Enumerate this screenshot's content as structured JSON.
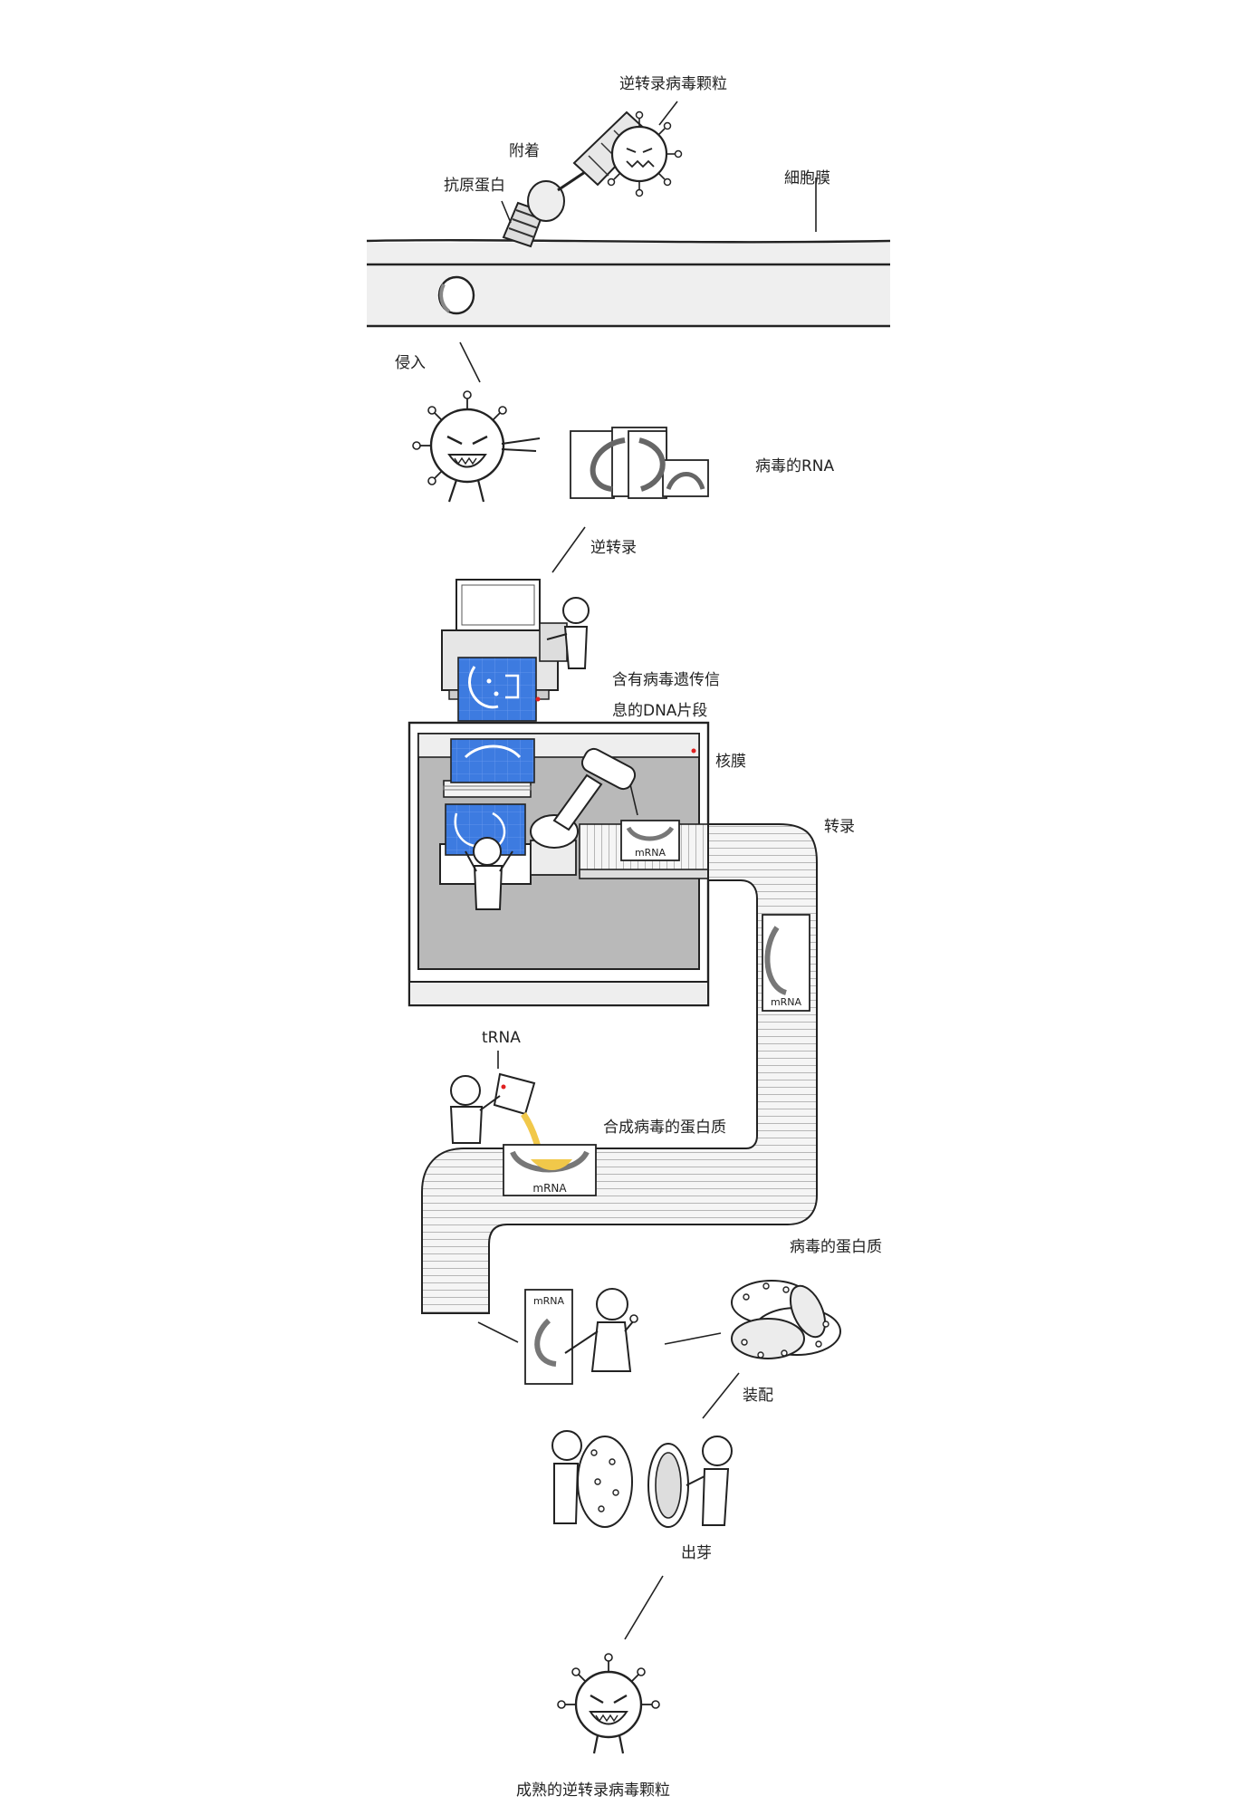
{
  "labels": {
    "retrovirus_particle": "逆转录病毒颗粒",
    "attach": "附着",
    "antigen_protein": "抗原蛋白",
    "cell_membrane": "細胞膜",
    "invade": "侵入",
    "viral_rna": "病毒的RNA",
    "reverse_transcription": "逆转录",
    "dna_fragment_line1": "含有病毒遗传信",
    "dna_fragment_line2": "息的DNA片段",
    "nuclear_membrane": "核膜",
    "transcription": "转录",
    "trna": "tRNA",
    "synthesize_protein": "合成病毒的蛋白质",
    "viral_protein": "病毒的蛋白质",
    "assembly": "装配",
    "budding": "出芽",
    "mature_particle": "成熟的逆转录病毒颗粒"
  },
  "mrna_tag": "mRNA",
  "colors": {
    "line": "#222222",
    "blueprint": "#3d7be0",
    "membrane_fill": "#efefef",
    "nucleus_floor": "#b9b9b9",
    "conveyor": "#f3f3f3",
    "trna_liquid": "#f1c84a",
    "marker_red": "#e02020"
  }
}
